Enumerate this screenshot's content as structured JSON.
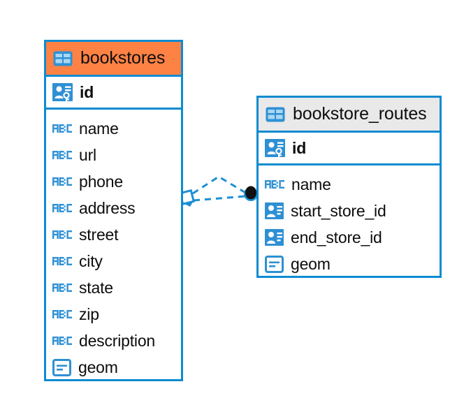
{
  "diagram": {
    "type": "entity-relationship-diagram",
    "background_color": "#ffffff",
    "accent_color": "#0d8bd1",
    "highlight_color": "#fd8244",
    "header_grey": "#e9e9e9",
    "entities": [
      {
        "name": "bookstores",
        "header_color": "#fd8244",
        "header_icon": "table-icon",
        "primary_key": {
          "label": "id",
          "icon": "primary-key-icon"
        },
        "fields": [
          {
            "label": "name",
            "icon": "abc-text-icon"
          },
          {
            "label": "url",
            "icon": "abc-text-icon"
          },
          {
            "label": "phone",
            "icon": "abc-text-icon"
          },
          {
            "label": "address",
            "icon": "abc-text-icon"
          },
          {
            "label": "street",
            "icon": "abc-text-icon"
          },
          {
            "label": "city",
            "icon": "abc-text-icon"
          },
          {
            "label": "state",
            "icon": "abc-text-icon"
          },
          {
            "label": "zip",
            "icon": "abc-text-icon"
          },
          {
            "label": "description",
            "icon": "abc-text-icon"
          },
          {
            "label": "geom",
            "icon": "geometry-icon"
          }
        ]
      },
      {
        "name": "bookstore_routes",
        "header_color": "#e9e9e9",
        "header_icon": "table-icon",
        "primary_key": {
          "label": "id",
          "icon": "primary-key-icon"
        },
        "fields": [
          {
            "label": "name",
            "icon": "abc-text-icon"
          },
          {
            "label": "start_store_id",
            "icon": "foreign-key-icon"
          },
          {
            "label": "end_store_id",
            "icon": "foreign-key-icon"
          },
          {
            "label": "geom",
            "icon": "geometry-icon"
          }
        ]
      }
    ],
    "relationship": {
      "source_endpoint": "diamond-crowsfoot-marker",
      "target_endpoint": "filled-circle-marker",
      "line_style": "dashed",
      "line_color": "#1b8fd4"
    }
  }
}
